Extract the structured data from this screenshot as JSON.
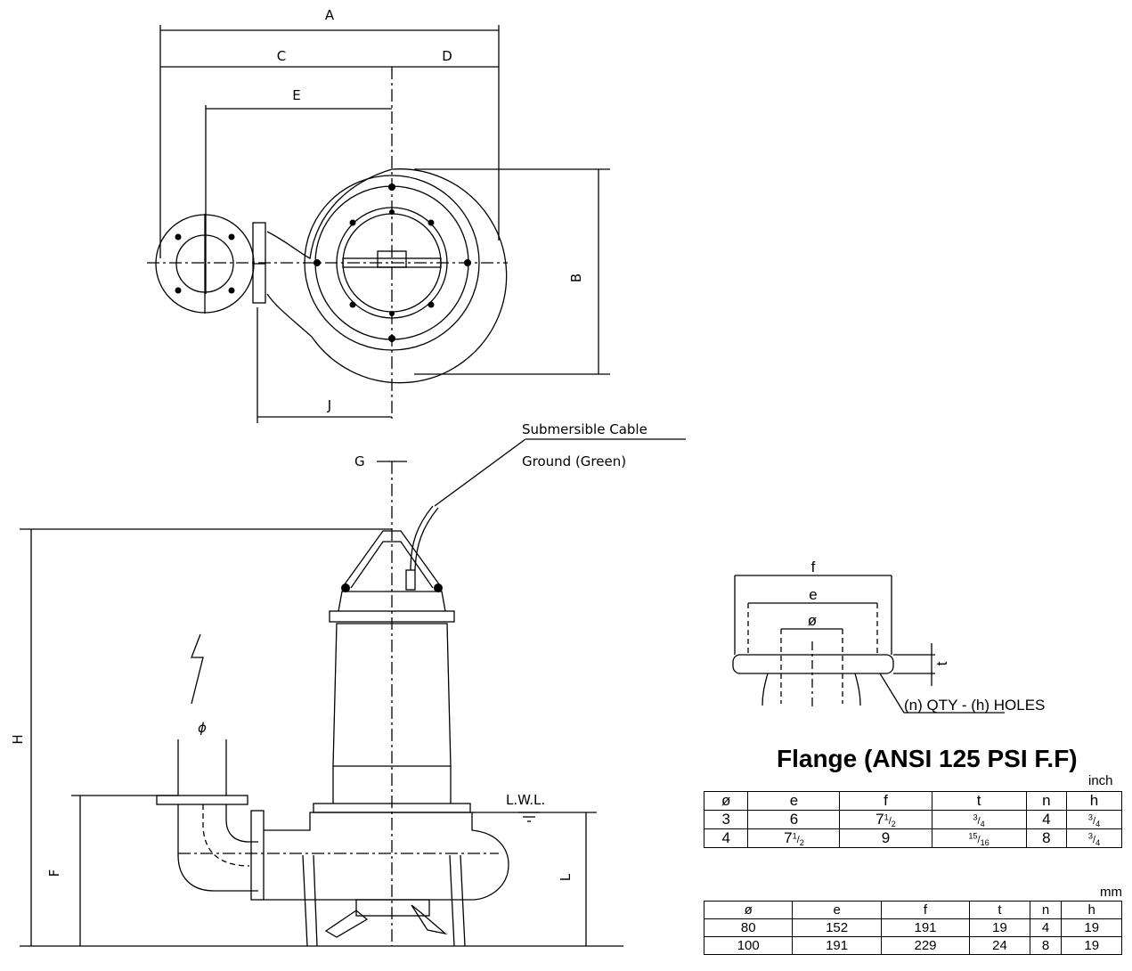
{
  "top_view": {
    "labels": {
      "a": "A",
      "b": "B",
      "c": "C",
      "d": "D",
      "e": "E",
      "j": "J"
    }
  },
  "side_view": {
    "labels": {
      "g": "G",
      "h": "H",
      "f": "F",
      "l": "L",
      "phi": "ϕ",
      "lwl": "L.W.L."
    },
    "callouts": {
      "cable": "Submersible Cable",
      "ground": "Ground (Green)"
    }
  },
  "flange": {
    "labels": {
      "f": "f",
      "e": "e",
      "o": "ø",
      "t": "t"
    },
    "holes_note": "(n) QTY - (h) HOLES",
    "title": "Flange (ANSI 125 PSI F.F)"
  },
  "inch_table": {
    "unit": "inch",
    "headers": [
      "ø",
      "e",
      "f",
      "t",
      "n",
      "h"
    ],
    "rows": [
      [
        {
          "w": "3"
        },
        {
          "w": "6"
        },
        {
          "w": "7",
          "n": "1",
          "d": "2"
        },
        {
          "n": "3",
          "d": "4"
        },
        {
          "w": "4"
        },
        {
          "n": "3",
          "d": "4"
        }
      ],
      [
        {
          "w": "4"
        },
        {
          "w": "7",
          "n": "1",
          "d": "2"
        },
        {
          "w": "9"
        },
        {
          "n": "15",
          "d": "16"
        },
        {
          "w": "8"
        },
        {
          "n": "3",
          "d": "4"
        }
      ]
    ]
  },
  "mm_table": {
    "unit": "mm",
    "headers": [
      "ø",
      "e",
      "f",
      "t",
      "n",
      "h"
    ],
    "rows": [
      [
        "80",
        "152",
        "191",
        "19",
        "4",
        "19"
      ],
      [
        "100",
        "191",
        "229",
        "24",
        "8",
        "19"
      ]
    ]
  }
}
